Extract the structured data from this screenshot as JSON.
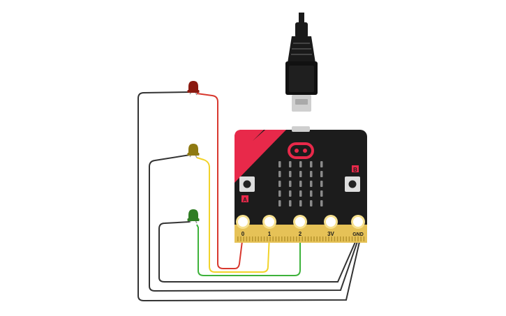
{
  "board": {
    "pins": [
      "0",
      "1",
      "2",
      "3V",
      "GND"
    ],
    "button_a_label": "A",
    "button_b_label": "B"
  },
  "leds": [
    {
      "color": "red",
      "hex": "#8b1a10",
      "wire": "#d8382e"
    },
    {
      "color": "yellow",
      "hex": "#8f7a12",
      "wire": "#f2d32a"
    },
    {
      "color": "green",
      "hex": "#2f7d24",
      "wire": "#3db23a"
    }
  ],
  "colors": {
    "board": "#1c1c1c",
    "accent": "#e8294a",
    "edge_connector": "#e6c257",
    "ground_wire": "#333333",
    "usb_plug": "#1a1a1a"
  }
}
